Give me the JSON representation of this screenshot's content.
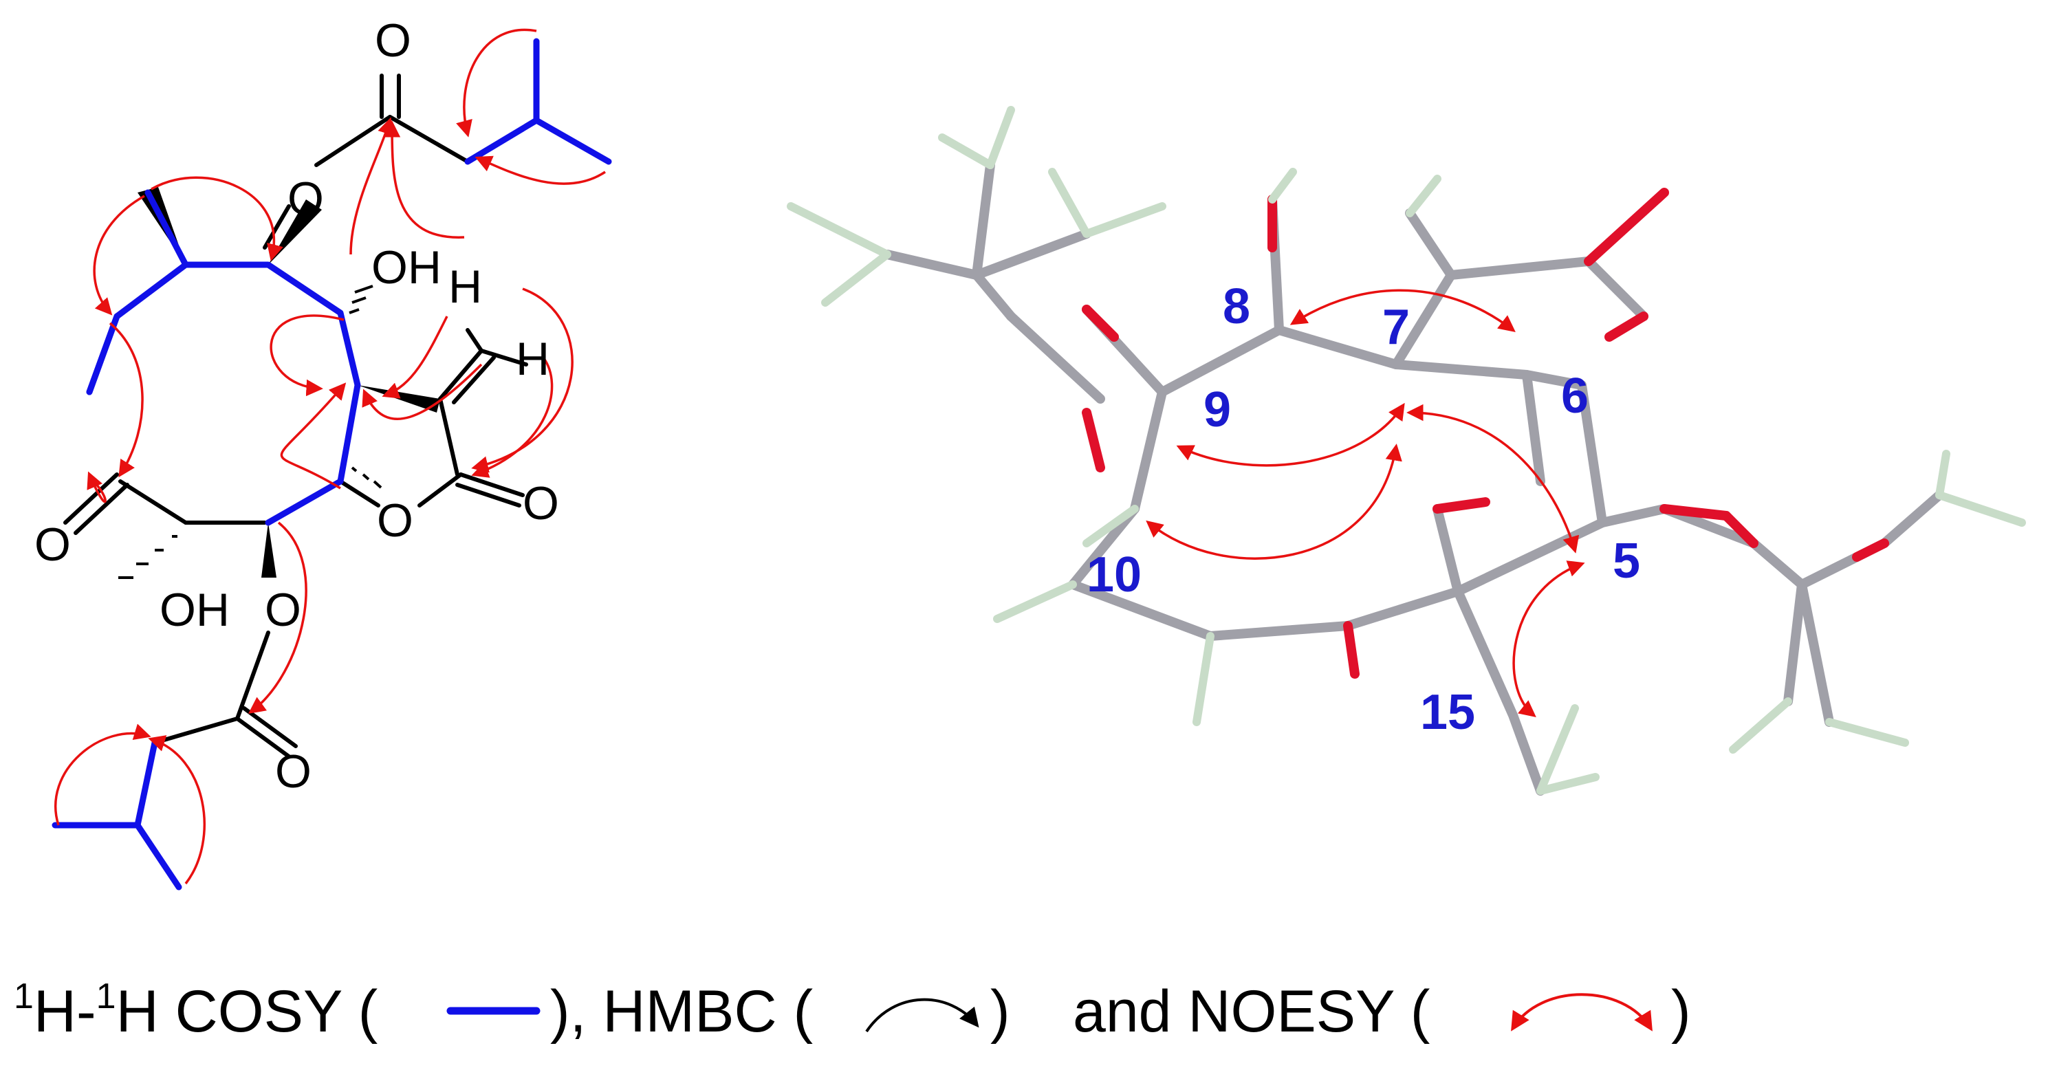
{
  "structure_2d": {
    "atom_labels": {
      "o_top": "O",
      "o_ester_top": "O",
      "oh_c8": "OH",
      "h_top": "H",
      "h_right": "H",
      "o_ketone": "O",
      "o_lactone_ring": "O",
      "o_lactone_carbonyl": "O",
      "oh_c4": "OH",
      "o_ester_bottom": "O",
      "o_bottom": "O"
    }
  },
  "model_3d": {
    "atom_numbers": {
      "n8": "8",
      "n7": "7",
      "n9": "9",
      "n6": "6",
      "n10": "10",
      "n5": "5",
      "n15": "15"
    }
  },
  "legend": {
    "cosy_sup": "1",
    "cosy_text_a": "H-",
    "cosy_sup2": "1",
    "cosy_text_b": "H COSY (",
    "cosy_close": "), HMBC (",
    "hmbc_close": ")",
    "noesy_open": "and NOESY (",
    "noesy_close": ")"
  },
  "colors": {
    "cosy_bond": "#1010e8",
    "hmbc_arrow": "#e81010",
    "noesy_arrow": "#e81010",
    "atom_number": "#1a1acd",
    "bond": "#000000",
    "oxygen_3d": "#e0102a",
    "carbon_3d": "#a0a0a8",
    "hydrogen_3d": "#c8dcc8"
  }
}
